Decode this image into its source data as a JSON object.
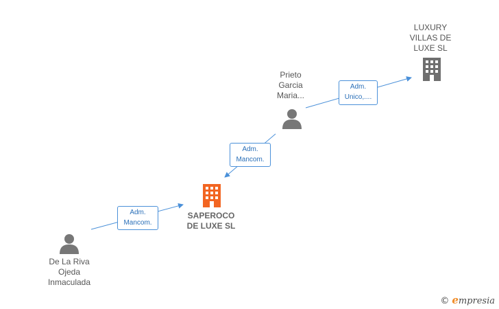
{
  "nodes": {
    "luxury": {
      "label": "LUXURY\nVILLAS DE\nLUXE  SL",
      "type": "company"
    },
    "prieto": {
      "label": "Prieto\nGarcia\nMaria...",
      "type": "person"
    },
    "saperoco": {
      "label": "SAPEROCO\nDE LUXE  SL",
      "type": "company-focus"
    },
    "delariva": {
      "label": "De La Riva\nOjeda\nInmaculada",
      "type": "person"
    }
  },
  "edges": {
    "e1": {
      "label": "Adm.\nUnico,...."
    },
    "e2": {
      "label": "Adm.\nMancom."
    },
    "e3": {
      "label": "Adm.\nMancom."
    }
  },
  "colors": {
    "edge": "#4a90d9",
    "person_icon": "#777777",
    "company_icon": "#6f6f6f",
    "focus_icon": "#f26522",
    "brand_accent": "#f08a24"
  },
  "icons": {
    "person": "person-icon",
    "building": "building-icon"
  },
  "brand": {
    "copyright": "©",
    "name_initial": "e",
    "name_rest": "mpresia"
  }
}
